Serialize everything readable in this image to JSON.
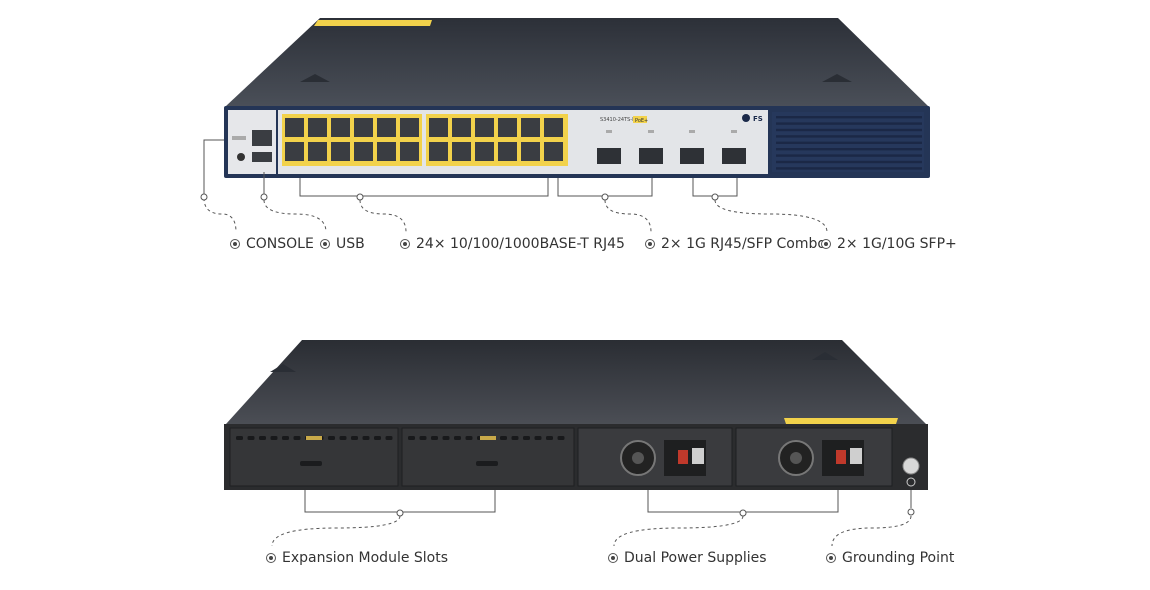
{
  "front_panel": {
    "model_label": "S3410-24TS-P",
    "poe_badge": "PoE+",
    "brand": "FS",
    "callouts": [
      {
        "text": "CONSOLE"
      },
      {
        "text": "USB"
      },
      {
        "text": "24× 10/100/1000BASE-T RJ45"
      },
      {
        "text": "2× 1G RJ45/SFP Combo"
      },
      {
        "text": "2× 1G/10G SFP+"
      }
    ]
  },
  "rear_panel": {
    "callouts": [
      {
        "text": "Expansion Module Slots"
      },
      {
        "text": "Dual Power Supplies"
      },
      {
        "text": "Grounding Point"
      }
    ]
  },
  "colors": {
    "chassis_top": "#3a3f48",
    "chassis_navy": "#243556",
    "panel_silver": "#e3e5e8",
    "port_yellow": "#f2d24b",
    "rear_black": "#2b2c2e",
    "line": "#555555"
  }
}
